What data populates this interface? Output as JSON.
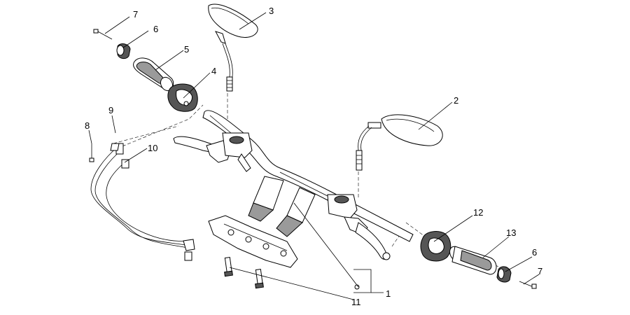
{
  "callouts": [
    {
      "id": "c1",
      "label": "1"
    },
    {
      "id": "c2",
      "label": "2"
    },
    {
      "id": "c3",
      "label": "3"
    },
    {
      "id": "c4",
      "label": "4"
    },
    {
      "id": "c5",
      "label": "5"
    },
    {
      "id": "c6a",
      "label": "6"
    },
    {
      "id": "c6b",
      "label": "6"
    },
    {
      "id": "c7a",
      "label": "7"
    },
    {
      "id": "c7b",
      "label": "7"
    },
    {
      "id": "c8",
      "label": "8"
    },
    {
      "id": "c9",
      "label": "9"
    },
    {
      "id": "c10",
      "label": "10"
    },
    {
      "id": "c11",
      "label": "11"
    },
    {
      "id": "c12",
      "label": "12"
    },
    {
      "id": "c13",
      "label": "13"
    }
  ]
}
